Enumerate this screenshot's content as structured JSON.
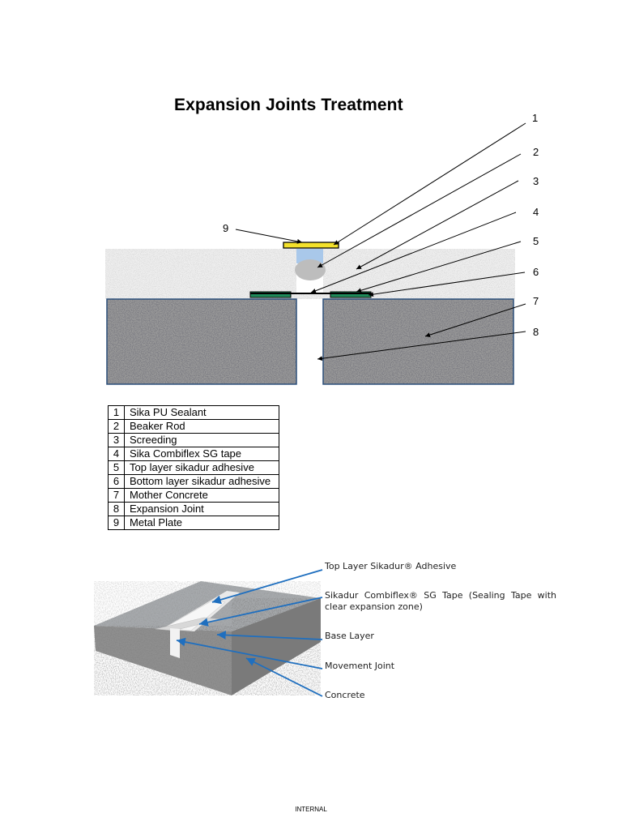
{
  "title": "Expansion Joints Treatment",
  "callouts": [
    "1",
    "2",
    "3",
    "4",
    "5",
    "6",
    "7",
    "8",
    "9"
  ],
  "legend": [
    {
      "num": "1",
      "label": "Sika PU Sealant"
    },
    {
      "num": "2",
      "label": "Beaker Rod"
    },
    {
      "num": "3",
      "label": "Screeding"
    },
    {
      "num": "4",
      "label": "Sika Combiflex SG tape"
    },
    {
      "num": "5",
      "label": "Top layer sikadur adhesive"
    },
    {
      "num": "6",
      "label": "Bottom layer sikadur adhesive"
    },
    {
      "num": "7",
      "label": "Mother Concrete"
    },
    {
      "num": "8",
      "label": "Expansion Joint"
    },
    {
      "num": "9",
      "label": "Metal Plate"
    }
  ],
  "annotations": {
    "top_layer": "Top Layer Sikadur® Adhesive",
    "tape": "Sikadur Combiflex® SG Tape (Sealing Tape with clear expansion zone)",
    "base_layer": "Base Layer",
    "movement_joint": "Movement Joint",
    "concrete": "Concrete"
  },
  "footer": "INTERNAL",
  "colors": {
    "metal_plate": "#f3e12b",
    "sealant": "#a9c8ea",
    "backer_rod": "#bdbdbd",
    "tape_green": "#1f8a5a",
    "arrow_blue": "#1f6fbf"
  }
}
